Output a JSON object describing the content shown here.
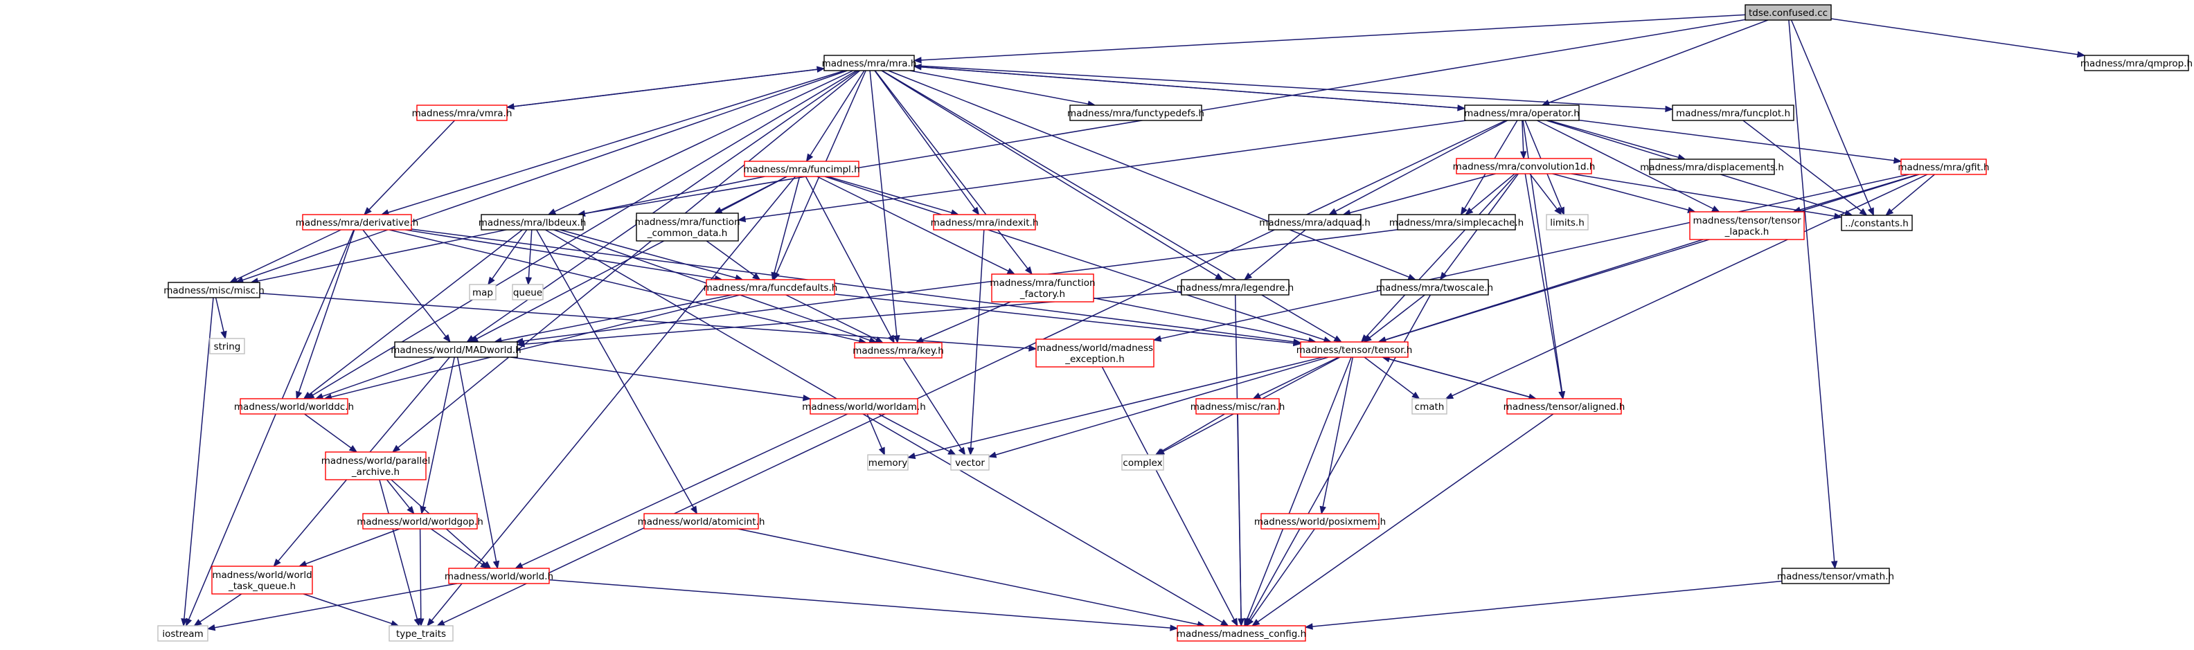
{
  "graph": {
    "root": "tdse.confused.cc",
    "colors": {
      "edge": "#191970",
      "documented_border": "#ff0000",
      "plain_border": "#000000",
      "system_border": "#bfbfbf",
      "root_fill": "#bfbfbf"
    },
    "nodes": [
      {
        "id": "tdse",
        "label": [
          "tdse.confused.cc"
        ],
        "style": "root"
      },
      {
        "id": "mra",
        "label": [
          "madness/mra/mra.h"
        ],
        "style": "normal"
      },
      {
        "id": "qmprop",
        "label": [
          "madness/mra/qmprop.h"
        ],
        "style": "normal"
      },
      {
        "id": "vmra",
        "label": [
          "madness/mra/vmra.h"
        ],
        "style": "red"
      },
      {
        "id": "functypedefs",
        "label": [
          "madness/mra/functypedefs.h"
        ],
        "style": "normal"
      },
      {
        "id": "operator",
        "label": [
          "madness/mra/operator.h"
        ],
        "style": "normal"
      },
      {
        "id": "funcplot",
        "label": [
          "madness/mra/funcplot.h"
        ],
        "style": "normal"
      },
      {
        "id": "funcimpl",
        "label": [
          "madness/mra/funcimpl.h"
        ],
        "style": "red"
      },
      {
        "id": "convolution1d",
        "label": [
          "madness/mra/convolution1d.h"
        ],
        "style": "red"
      },
      {
        "id": "displacements",
        "label": [
          "madness/mra/displacements.h"
        ],
        "style": "normal"
      },
      {
        "id": "gfit",
        "label": [
          "madness/mra/gfit.h"
        ],
        "style": "red"
      },
      {
        "id": "derivative",
        "label": [
          "madness/mra/derivative.h"
        ],
        "style": "red"
      },
      {
        "id": "lbdeux",
        "label": [
          "madness/mra/lbdeux.h"
        ],
        "style": "normal"
      },
      {
        "id": "function_common",
        "label": [
          "madness/mra/function",
          "_common_data.h"
        ],
        "style": "normal"
      },
      {
        "id": "indexit",
        "label": [
          "madness/mra/indexit.h"
        ],
        "style": "red"
      },
      {
        "id": "adquad",
        "label": [
          "madness/mra/adquad.h"
        ],
        "style": "normal"
      },
      {
        "id": "simplecache",
        "label": [
          "madness/mra/simplecache.h"
        ],
        "style": "normal"
      },
      {
        "id": "limits",
        "label": [
          "limits.h"
        ],
        "style": "grey"
      },
      {
        "id": "tensor_lapack",
        "label": [
          "madness/tensor/tensor",
          "_lapack.h"
        ],
        "style": "red"
      },
      {
        "id": "constants",
        "label": [
          "../constants.h"
        ],
        "style": "normal"
      },
      {
        "id": "map",
        "label": [
          "map"
        ],
        "style": "grey"
      },
      {
        "id": "queue",
        "label": [
          "queue"
        ],
        "style": "grey"
      },
      {
        "id": "misc",
        "label": [
          "madness/misc/misc.h"
        ],
        "style": "normal"
      },
      {
        "id": "funcdefaults",
        "label": [
          "madness/mra/funcdefaults.h"
        ],
        "style": "red"
      },
      {
        "id": "function_factory",
        "label": [
          "madness/mra/function",
          "_factory.h"
        ],
        "style": "red"
      },
      {
        "id": "legendre",
        "label": [
          "madness/mra/legendre.h"
        ],
        "style": "normal"
      },
      {
        "id": "twoscale",
        "label": [
          "madness/mra/twoscale.h"
        ],
        "style": "normal"
      },
      {
        "id": "string",
        "label": [
          "string"
        ],
        "style": "grey"
      },
      {
        "id": "madworld",
        "label": [
          "madness/world/MADworld.h"
        ],
        "style": "normal"
      },
      {
        "id": "key",
        "label": [
          "madness/mra/key.h"
        ],
        "style": "red"
      },
      {
        "id": "madness_exception",
        "label": [
          "madness/world/madness",
          "_exception.h"
        ],
        "style": "red"
      },
      {
        "id": "tensor",
        "label": [
          "madness/tensor/tensor.h"
        ],
        "style": "red"
      },
      {
        "id": "worlddc",
        "label": [
          "madness/world/worlddc.h"
        ],
        "style": "red"
      },
      {
        "id": "worldam",
        "label": [
          "madness/world/worldam.h"
        ],
        "style": "red"
      },
      {
        "id": "ran",
        "label": [
          "madness/misc/ran.h"
        ],
        "style": "red"
      },
      {
        "id": "cmath",
        "label": [
          "cmath"
        ],
        "style": "grey"
      },
      {
        "id": "aligned",
        "label": [
          "madness/tensor/aligned.h"
        ],
        "style": "red"
      },
      {
        "id": "parallel_archive",
        "label": [
          "madness/world/parallel",
          "_archive.h"
        ],
        "style": "red"
      },
      {
        "id": "memory",
        "label": [
          "memory"
        ],
        "style": "grey"
      },
      {
        "id": "vector",
        "label": [
          "vector"
        ],
        "style": "grey"
      },
      {
        "id": "complex",
        "label": [
          "complex"
        ],
        "style": "grey"
      },
      {
        "id": "worldgop",
        "label": [
          "madness/world/worldgop.h"
        ],
        "style": "red"
      },
      {
        "id": "atomicint",
        "label": [
          "madness/world/atomicint.h"
        ],
        "style": "red"
      },
      {
        "id": "posixmem",
        "label": [
          "madness/world/posixmem.h"
        ],
        "style": "red"
      },
      {
        "id": "world_task_queue",
        "label": [
          "madness/world/world",
          "_task_queue.h"
        ],
        "style": "red"
      },
      {
        "id": "world",
        "label": [
          "madness/world/world.h"
        ],
        "style": "red"
      },
      {
        "id": "vmath",
        "label": [
          "madness/tensor/vmath.h"
        ],
        "style": "normal"
      },
      {
        "id": "iostream",
        "label": [
          "iostream"
        ],
        "style": "grey"
      },
      {
        "id": "type_traits",
        "label": [
          "type_traits"
        ],
        "style": "grey"
      },
      {
        "id": "madness_config",
        "label": [
          "madness/madness_config.h"
        ],
        "style": "red"
      }
    ],
    "edges": [
      [
        "tdse",
        "mra"
      ],
      [
        "tdse",
        "qmprop"
      ],
      [
        "tdse",
        "operator"
      ],
      [
        "tdse",
        "constants"
      ],
      [
        "tdse",
        "lbdeux"
      ],
      [
        "tdse",
        "vmath"
      ],
      [
        "mra",
        "vmra"
      ],
      [
        "mra",
        "functypedefs"
      ],
      [
        "mra",
        "operator"
      ],
      [
        "mra",
        "funcplot"
      ],
      [
        "mra",
        "funcimpl"
      ],
      [
        "mra",
        "derivative"
      ],
      [
        "mra",
        "lbdeux"
      ],
      [
        "mra",
        "misc"
      ],
      [
        "mra",
        "funcdefaults"
      ],
      [
        "mra",
        "function_factory"
      ],
      [
        "mra",
        "legendre"
      ],
      [
        "mra",
        "twoscale"
      ],
      [
        "mra",
        "madworld"
      ],
      [
        "mra",
        "key"
      ],
      [
        "mra",
        "tensor"
      ],
      [
        "mra",
        "worlddc"
      ],
      [
        "mra",
        "parallel_archive"
      ],
      [
        "mra",
        "indexit"
      ],
      [
        "vmra",
        "mra"
      ],
      [
        "vmra",
        "derivative"
      ],
      [
        "operator",
        "mra"
      ],
      [
        "operator",
        "function_common"
      ],
      [
        "operator",
        "convolution1d"
      ],
      [
        "operator",
        "displacements"
      ],
      [
        "operator",
        "gfit"
      ],
      [
        "operator",
        "adquad"
      ],
      [
        "operator",
        "simplecache"
      ],
      [
        "operator",
        "limits"
      ],
      [
        "operator",
        "tensor_lapack"
      ],
      [
        "operator",
        "constants"
      ],
      [
        "operator",
        "type_traits"
      ],
      [
        "operator",
        "aligned"
      ],
      [
        "funcplot",
        "constants"
      ],
      [
        "funcimpl",
        "function_common"
      ],
      [
        "funcimpl",
        "indexit"
      ],
      [
        "funcimpl",
        "funcdefaults"
      ],
      [
        "funcimpl",
        "function_factory"
      ],
      [
        "funcimpl",
        "key"
      ],
      [
        "funcimpl",
        "misc"
      ],
      [
        "funcimpl",
        "madworld"
      ],
      [
        "funcimpl",
        "tensor"
      ],
      [
        "funcimpl",
        "type_traits"
      ],
      [
        "convolution1d",
        "adquad"
      ],
      [
        "convolution1d",
        "simplecache"
      ],
      [
        "convolution1d",
        "limits"
      ],
      [
        "convolution1d",
        "tensor_lapack"
      ],
      [
        "convolution1d",
        "constants"
      ],
      [
        "convolution1d",
        "twoscale"
      ],
      [
        "convolution1d",
        "tensor"
      ],
      [
        "convolution1d",
        "aligned"
      ],
      [
        "gfit",
        "tensor_lapack"
      ],
      [
        "gfit",
        "constants"
      ],
      [
        "gfit",
        "madness_exception"
      ],
      [
        "gfit",
        "tensor"
      ],
      [
        "gfit",
        "cmath"
      ],
      [
        "derivative",
        "misc"
      ],
      [
        "derivative",
        "funcdefaults"
      ],
      [
        "derivative",
        "madworld"
      ],
      [
        "derivative",
        "worlddc"
      ],
      [
        "derivative",
        "iostream"
      ],
      [
        "derivative",
        "key"
      ],
      [
        "derivative",
        "tensor"
      ],
      [
        "lbdeux",
        "map"
      ],
      [
        "lbdeux",
        "queue"
      ],
      [
        "lbdeux",
        "funcdefaults"
      ],
      [
        "lbdeux",
        "worlddc"
      ],
      [
        "lbdeux",
        "key"
      ],
      [
        "lbdeux",
        "atomicint"
      ],
      [
        "lbdeux",
        "madness_config"
      ],
      [
        "function_common",
        "funcdefaults"
      ],
      [
        "indexit",
        "vector"
      ],
      [
        "adquad",
        "legendre"
      ],
      [
        "simplecache",
        "madworld"
      ],
      [
        "tensor_lapack",
        "tensor"
      ],
      [
        "misc",
        "string"
      ],
      [
        "misc",
        "iostream"
      ],
      [
        "misc",
        "madness_exception"
      ],
      [
        "funcdefaults",
        "madworld"
      ],
      [
        "funcdefaults",
        "key"
      ],
      [
        "funcdefaults",
        "tensor"
      ],
      [
        "funcdefaults",
        "worlddc"
      ],
      [
        "function_factory",
        "key"
      ],
      [
        "function_factory",
        "tensor"
      ],
      [
        "legendre",
        "madworld"
      ],
      [
        "legendre",
        "madness_config"
      ],
      [
        "twoscale",
        "tensor"
      ],
      [
        "twoscale",
        "madness_config"
      ],
      [
        "madworld",
        "worlddc"
      ],
      [
        "madworld",
        "worldam"
      ],
      [
        "madworld",
        "worldgop"
      ],
      [
        "madworld",
        "world"
      ],
      [
        "madworld",
        "world_task_queue"
      ],
      [
        "key",
        "vector"
      ],
      [
        "madness_exception",
        "madness_config"
      ],
      [
        "tensor",
        "ran"
      ],
      [
        "tensor",
        "cmath"
      ],
      [
        "tensor",
        "aligned"
      ],
      [
        "tensor",
        "memory"
      ],
      [
        "tensor",
        "vector"
      ],
      [
        "tensor",
        "complex"
      ],
      [
        "tensor",
        "posixmem"
      ],
      [
        "tensor",
        "madness_config"
      ],
      [
        "worlddc",
        "parallel_archive"
      ],
      [
        "worldam",
        "memory"
      ],
      [
        "worldam",
        "vector"
      ],
      [
        "worldam",
        "world"
      ],
      [
        "ran",
        "complex"
      ],
      [
        "ran",
        "madness_config"
      ],
      [
        "aligned",
        "tensor"
      ],
      [
        "aligned",
        "madness_config"
      ],
      [
        "parallel_archive",
        "worldgop"
      ],
      [
        "parallel_archive",
        "world"
      ],
      [
        "parallel_archive",
        "type_traits"
      ],
      [
        "worldgop",
        "world_task_queue"
      ],
      [
        "worldgop",
        "world"
      ],
      [
        "worldgop",
        "type_traits"
      ],
      [
        "atomicint",
        "madness_config"
      ],
      [
        "posixmem",
        "madness_config"
      ],
      [
        "world_task_queue",
        "iostream"
      ],
      [
        "world_task_queue",
        "type_traits"
      ],
      [
        "world",
        "iostream"
      ],
      [
        "world",
        "madness_config"
      ],
      [
        "vmath",
        "madness_config"
      ]
    ]
  }
}
